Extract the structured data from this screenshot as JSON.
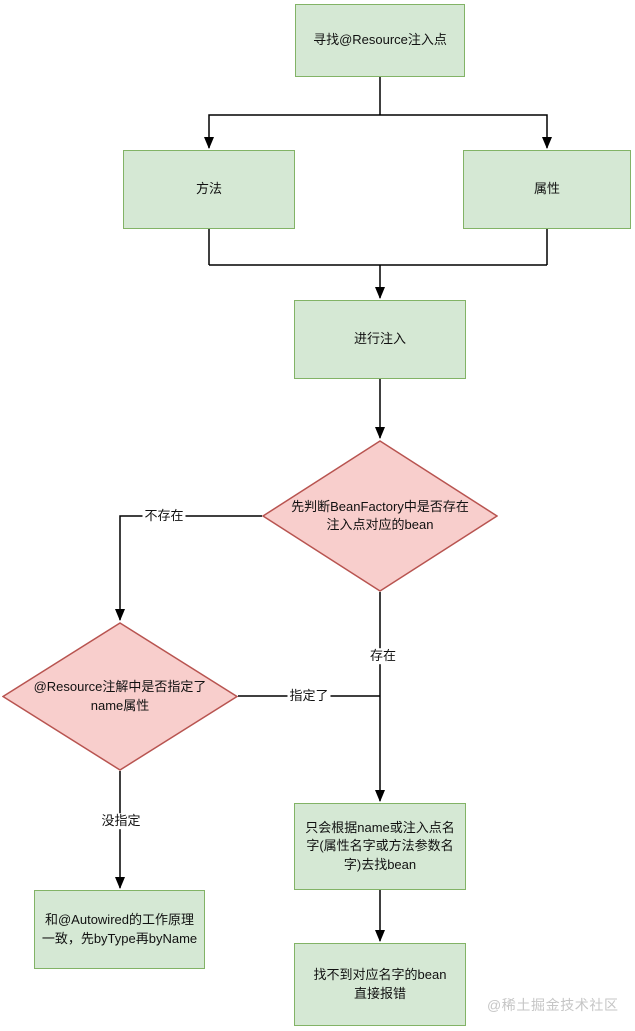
{
  "colors": {
    "process-fill": "#d5e8d4",
    "process-border": "#82b366",
    "decision-fill": "#f8cecc",
    "decision-border": "#b85450",
    "edge-color": "#000000",
    "watermark-color": "#c6c6c6"
  },
  "flowchart": {
    "nodes": {
      "find_injection_point": "寻找@Resource注入点",
      "method": "方法",
      "property": "属性",
      "perform_injection": "进行注入",
      "beanfactory_contains_bean": "先判断BeanFactory中是否存在\n注入点对应的bean",
      "name_attribute_specified": "@Resource注解中是否指定了\nname属性",
      "autowired_like_lookup": "和@Autowired的工作原理\n一致，先byType再byName",
      "lookup_by_name": "只会根据name或注入点名\n字(属性名字或方法参数名\n字)去找bean",
      "error_when_not_found": "找不到对应名字的bean\n直接报错"
    },
    "edge_labels": {
      "not_exists": "不存在",
      "exists": "存在",
      "specified": "指定了",
      "not_specified": "没指定"
    }
  },
  "watermark": "@稀土掘金技术社区"
}
